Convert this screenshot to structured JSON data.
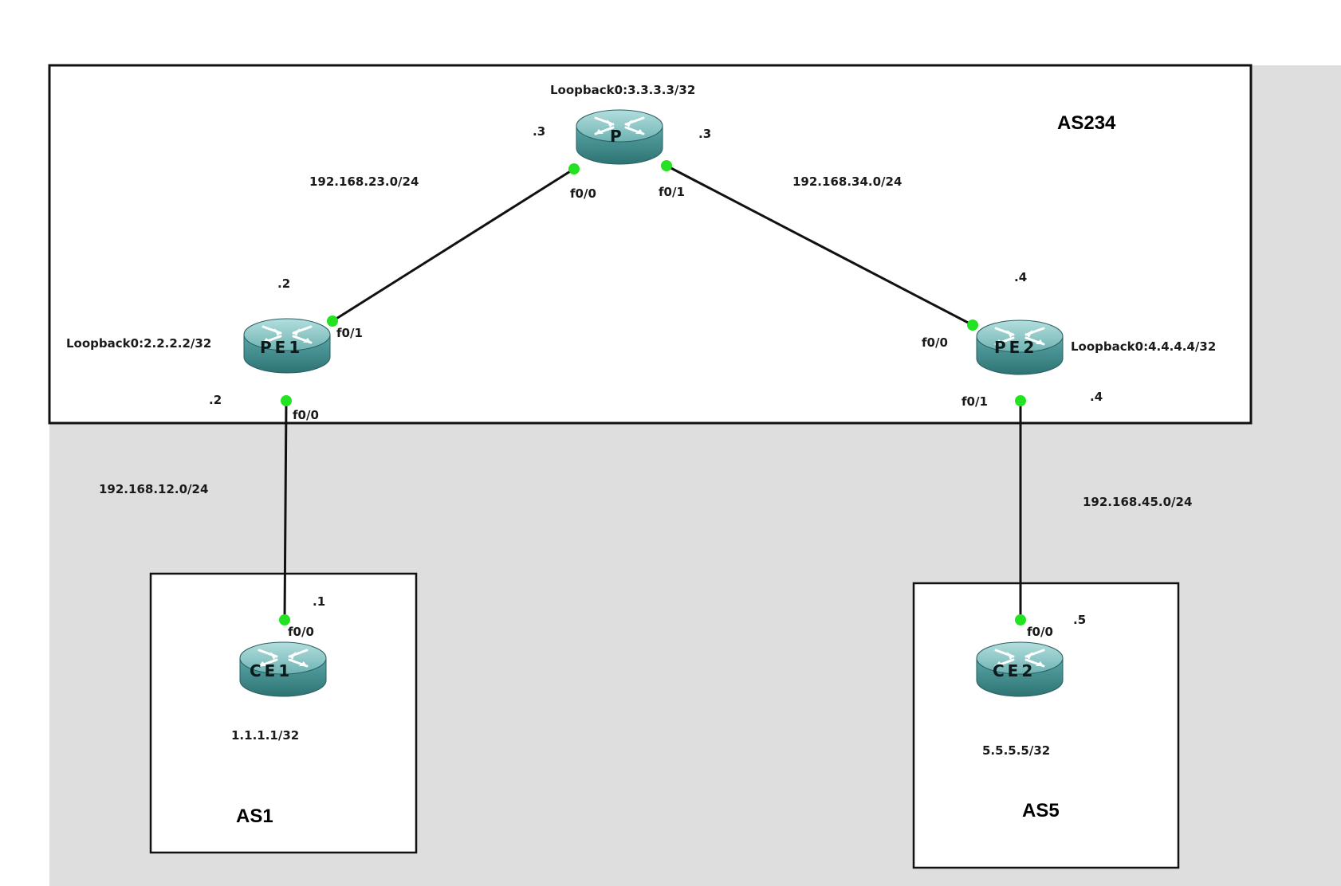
{
  "colors": {
    "background": "#ffffff",
    "outer_area": "#dedede",
    "router_body": "#3f8f90",
    "router_top": "#8cc9c9",
    "port_dot": "#22e222",
    "link": "#111111"
  },
  "areas": {
    "as234": "AS234",
    "as1": "AS1",
    "as5": "AS5"
  },
  "routers": {
    "p": {
      "name": "P",
      "icon": "router-icon"
    },
    "pe1": {
      "name": "PE1",
      "icon": "router-icon"
    },
    "pe2": {
      "name": "PE2",
      "icon": "router-icon"
    },
    "ce1": {
      "name": "CE1",
      "icon": "router-icon"
    },
    "ce2": {
      "name": "CE2",
      "icon": "router-icon"
    }
  },
  "loopbacks": {
    "p": "Loopback0:3.3.3.3/32",
    "pe1": "Loopback0:2.2.2.2/32",
    "pe2": "Loopback0:4.4.4.4/32",
    "ce1": "1.1.1.1/32",
    "ce2": "5.5.5.5/32"
  },
  "subnets": {
    "pe1_p": "192.168.23.0/24",
    "p_pe2": "192.168.34.0/24",
    "ce1_pe1": "192.168.12.0/24",
    "pe2_ce2": "192.168.45.0/24"
  },
  "interfaces": {
    "p_f00": "f0/0",
    "p_f01": "f0/1",
    "pe1_f01": "f0/1",
    "pe1_f00": "f0/0",
    "pe2_f00": "f0/0",
    "pe2_f01": "f0/1",
    "ce1_f00": "f0/0",
    "ce2_f00": "f0/0"
  },
  "host_octets": {
    "p_left": ".3",
    "p_right": ".3",
    "pe1_top": ".2",
    "pe1_bottom": ".2",
    "pe2_top": ".4",
    "pe2_bottom": ".4",
    "ce1": ".1",
    "ce2": ".5"
  }
}
